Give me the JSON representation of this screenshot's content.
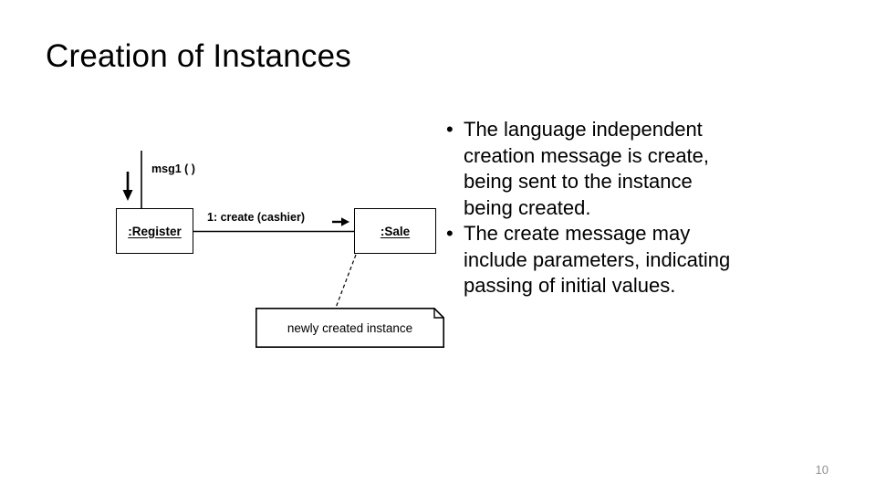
{
  "slide": {
    "title": "Creation of Instances",
    "page_number": "10"
  },
  "diagram": {
    "name": "uml-collaboration-diagram",
    "objects": [
      {
        "id": "register",
        "label": ":Register"
      },
      {
        "id": "sale",
        "label": ":Sale"
      }
    ],
    "messages": [
      {
        "id": "msg1",
        "label": "msg1 ( )"
      },
      {
        "id": "create",
        "label": "1: create (cashier)"
      }
    ],
    "note": {
      "label": "newly created instance"
    }
  },
  "bullets": [
    {
      "marker": "•",
      "text": "The language independent creation message is create, being sent to the instance being created."
    },
    {
      "marker": "•",
      "text": "The create message may include parameters, indicating passing of initial values."
    }
  ],
  "colors": {
    "stroke": "#000000",
    "background": "#ffffff",
    "page_number": "#8f8f8f"
  }
}
